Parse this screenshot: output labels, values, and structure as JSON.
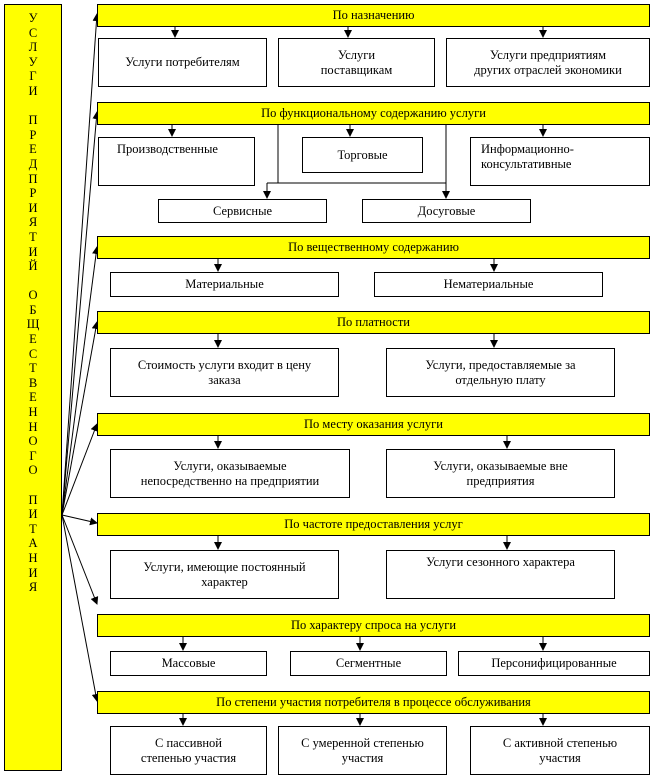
{
  "main": {
    "vertical_title": "УСЛУГИ ПРЕДПРИЯТИЙ ОБЩЕСТВЕННОГО ПИТАНИЯ",
    "vertical_title_rendered": "У\nС\nЛ\nУ\nГ\nИ\n\nП\nР\nЕ\nД\nП\nР\nИ\nЯ\nТ\nИ\nЙ\n\nО\nБ\nЩ\nЕ\nС\nТ\nВ\nЕ\nН\nН\nО\nГ\nО\n\nП\nИ\nТ\nА\nН\nИ\nЯ"
  },
  "groups": [
    {
      "title": "По назначению",
      "items": [
        "Услуги потребителям",
        "Услуги\nпоставщикам",
        "Услуги  предприятиям\nдругих отраслей экономики"
      ]
    },
    {
      "title": "По функциональному содержанию услуги",
      "items": [
        "Производственные",
        "Торговые",
        "Информационно-\nконсультативные",
        "Сервисные",
        "Досуговые"
      ]
    },
    {
      "title": "По вещественному содержанию",
      "items": [
        "Материальные",
        "Нематериальные"
      ]
    },
    {
      "title": "По платности",
      "items": [
        "Стоимость услуги входит в цену\nзаказа",
        "Услуги, предоставляемые за\nотдельную плату"
      ]
    },
    {
      "title": "По месту оказания услуги",
      "items": [
        "Услуги, оказываемые\nнепосредственно на предприятии",
        "Услуги, оказываемые вне\nпредприятия"
      ]
    },
    {
      "title": "По частоте предоставления услуг",
      "items": [
        "Услуги, имеющие постоянный\nхарактер",
        "Услуги сезонного характера"
      ]
    },
    {
      "title": "По характеру спроса  на услуги",
      "items": [
        "Массовые",
        "Сегментные",
        "Персонифицированные"
      ]
    },
    {
      "title": "По степени участия потребителя в процессе обслуживания",
      "items": [
        "С пассивной\nстепенью участия",
        "С умеренной степенью\nучастия",
        "С активной степенью\nучастия"
      ]
    }
  ]
}
